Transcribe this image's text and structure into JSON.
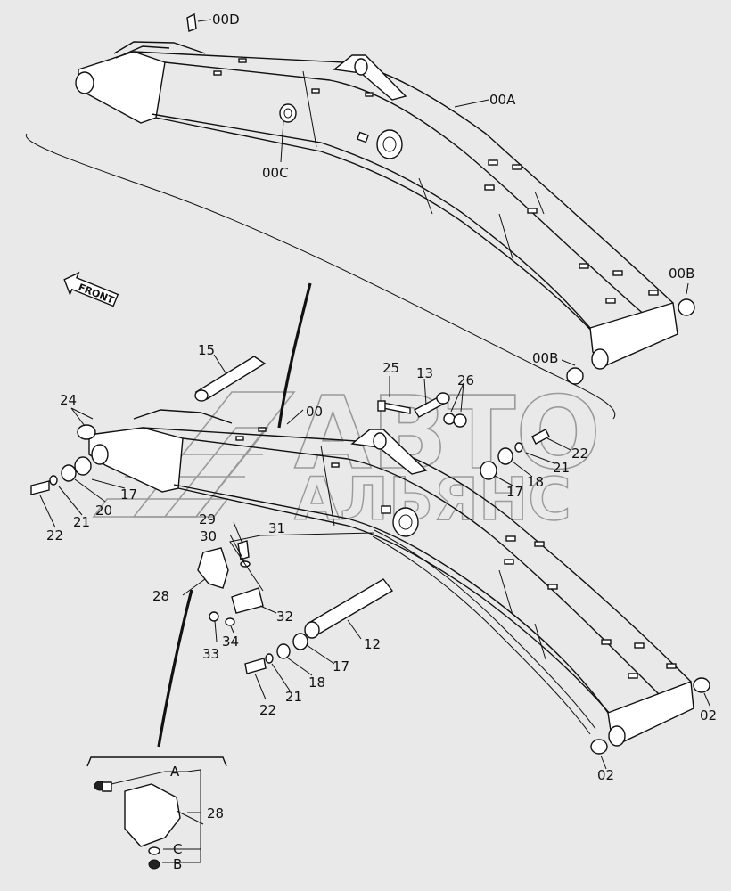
{
  "watermark": {
    "line1": "АВТО",
    "line2": "АЛЬЯНС"
  },
  "direction_label": "FRONT",
  "callouts": {
    "c00D": "00D",
    "c00A": "00A",
    "c00C": "00C",
    "c00B_upper": "00B",
    "c00B_lower": "00B",
    "c15": "15",
    "c00": "00",
    "c25": "25",
    "c13": "13",
    "c26": "26",
    "c24": "24",
    "c22_right": "22",
    "c21_right": "21",
    "c18_right": "18",
    "c17_right": "17",
    "c17_left": "17",
    "c20": "20",
    "c21_left": "21",
    "c22_left": "22",
    "c29": "29",
    "c30": "30",
    "c31": "31",
    "c28": "28",
    "c32": "32",
    "c33": "33",
    "c34": "34",
    "c12": "12",
    "c17_mid": "17",
    "c18_mid": "18",
    "c21_mid": "21",
    "c22_mid": "22",
    "c02_upper": "02",
    "c02_lower": "02",
    "detail_A": "A",
    "detail_28": "28",
    "detail_C": "C",
    "detail_B": "B"
  },
  "colors": {
    "background": "#e9e9e9",
    "line": "#111111",
    "watermark": "#9a9a9a"
  }
}
